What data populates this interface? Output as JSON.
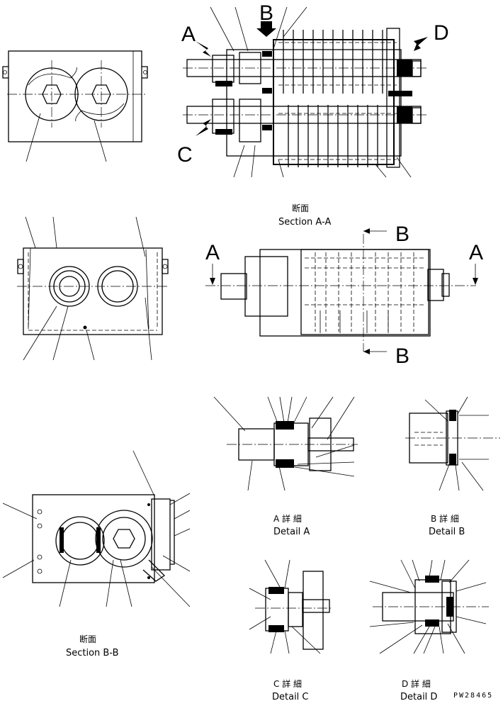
{
  "labels": {
    "A_top": "A",
    "B_top": "B",
    "C_top": "C",
    "D_top": "D",
    "A_left": "A",
    "A_right": "A",
    "B_upper": "B",
    "B_lower": "B",
    "section_aa_jp": "断面",
    "section_aa_en": "Section A-A",
    "section_bb_jp": "断面",
    "section_bb_en": "Section B-B",
    "detail_a_jp": "A 詳 細",
    "detail_a_en": "Detail A",
    "detail_b_jp": "B 詳 細",
    "detail_b_en": "Detail B",
    "detail_c_jp": "C 詳 細",
    "detail_c_en": "Detail C",
    "detail_d_jp": "D 詳 細",
    "detail_d_en": "Detail D",
    "drawing_number": "PW28465"
  }
}
